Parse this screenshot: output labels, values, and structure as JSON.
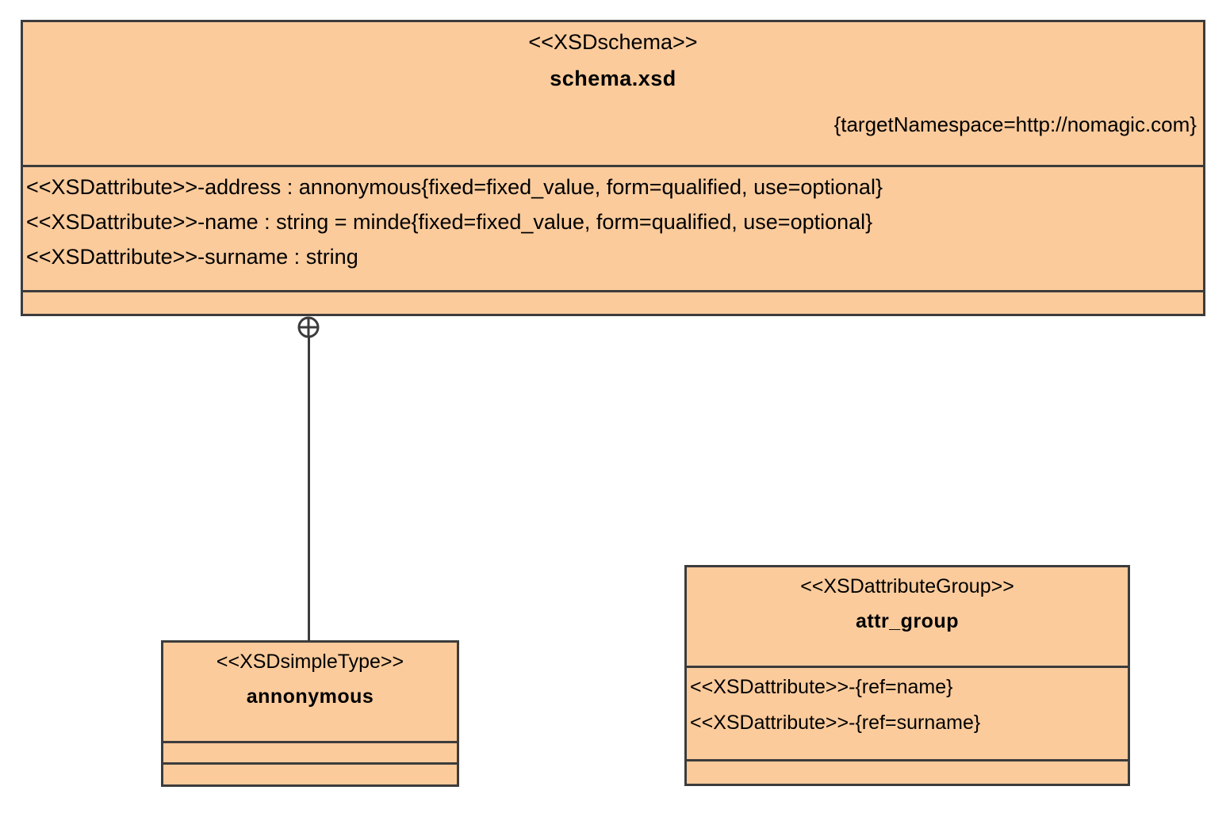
{
  "diagram": {
    "title": "XSD Schema UML class diagram",
    "background_color": "#ffffff",
    "fill_color": "#fbcb9c",
    "border_color": "#3c3c3c",
    "text_color": "#000000"
  },
  "schema_class": {
    "stereotype": "<<XSDschema>>",
    "name": "schema.xsd",
    "tagged_values": "{targetNamespace=http://nomagic.com}",
    "attributes": [
      "<<XSDattribute>>-address : annonymous{fixed=fixed_value, form=qualified, use=optional}",
      "<<XSDattribute>>-name : string = minde{fixed=fixed_value, form=qualified, use=optional}",
      "<<XSDattribute>>-surname : string"
    ],
    "operations": []
  },
  "simple_type_class": {
    "stereotype": "<<XSDsimpleType>>",
    "name": "annonymous",
    "attributes": [],
    "operations": []
  },
  "attribute_group_class": {
    "stereotype": "<<XSDattributeGroup>>",
    "name": "attr_group",
    "attributes": [
      "<<XSDattribute>>-{ref=name}",
      "<<XSDattribute>>-{ref=surname}"
    ],
    "operations": []
  },
  "relationships": [
    {
      "type": "containment",
      "icon": "circle-plus-icon",
      "source": "schema.xsd",
      "target": "annonymous"
    }
  ]
}
